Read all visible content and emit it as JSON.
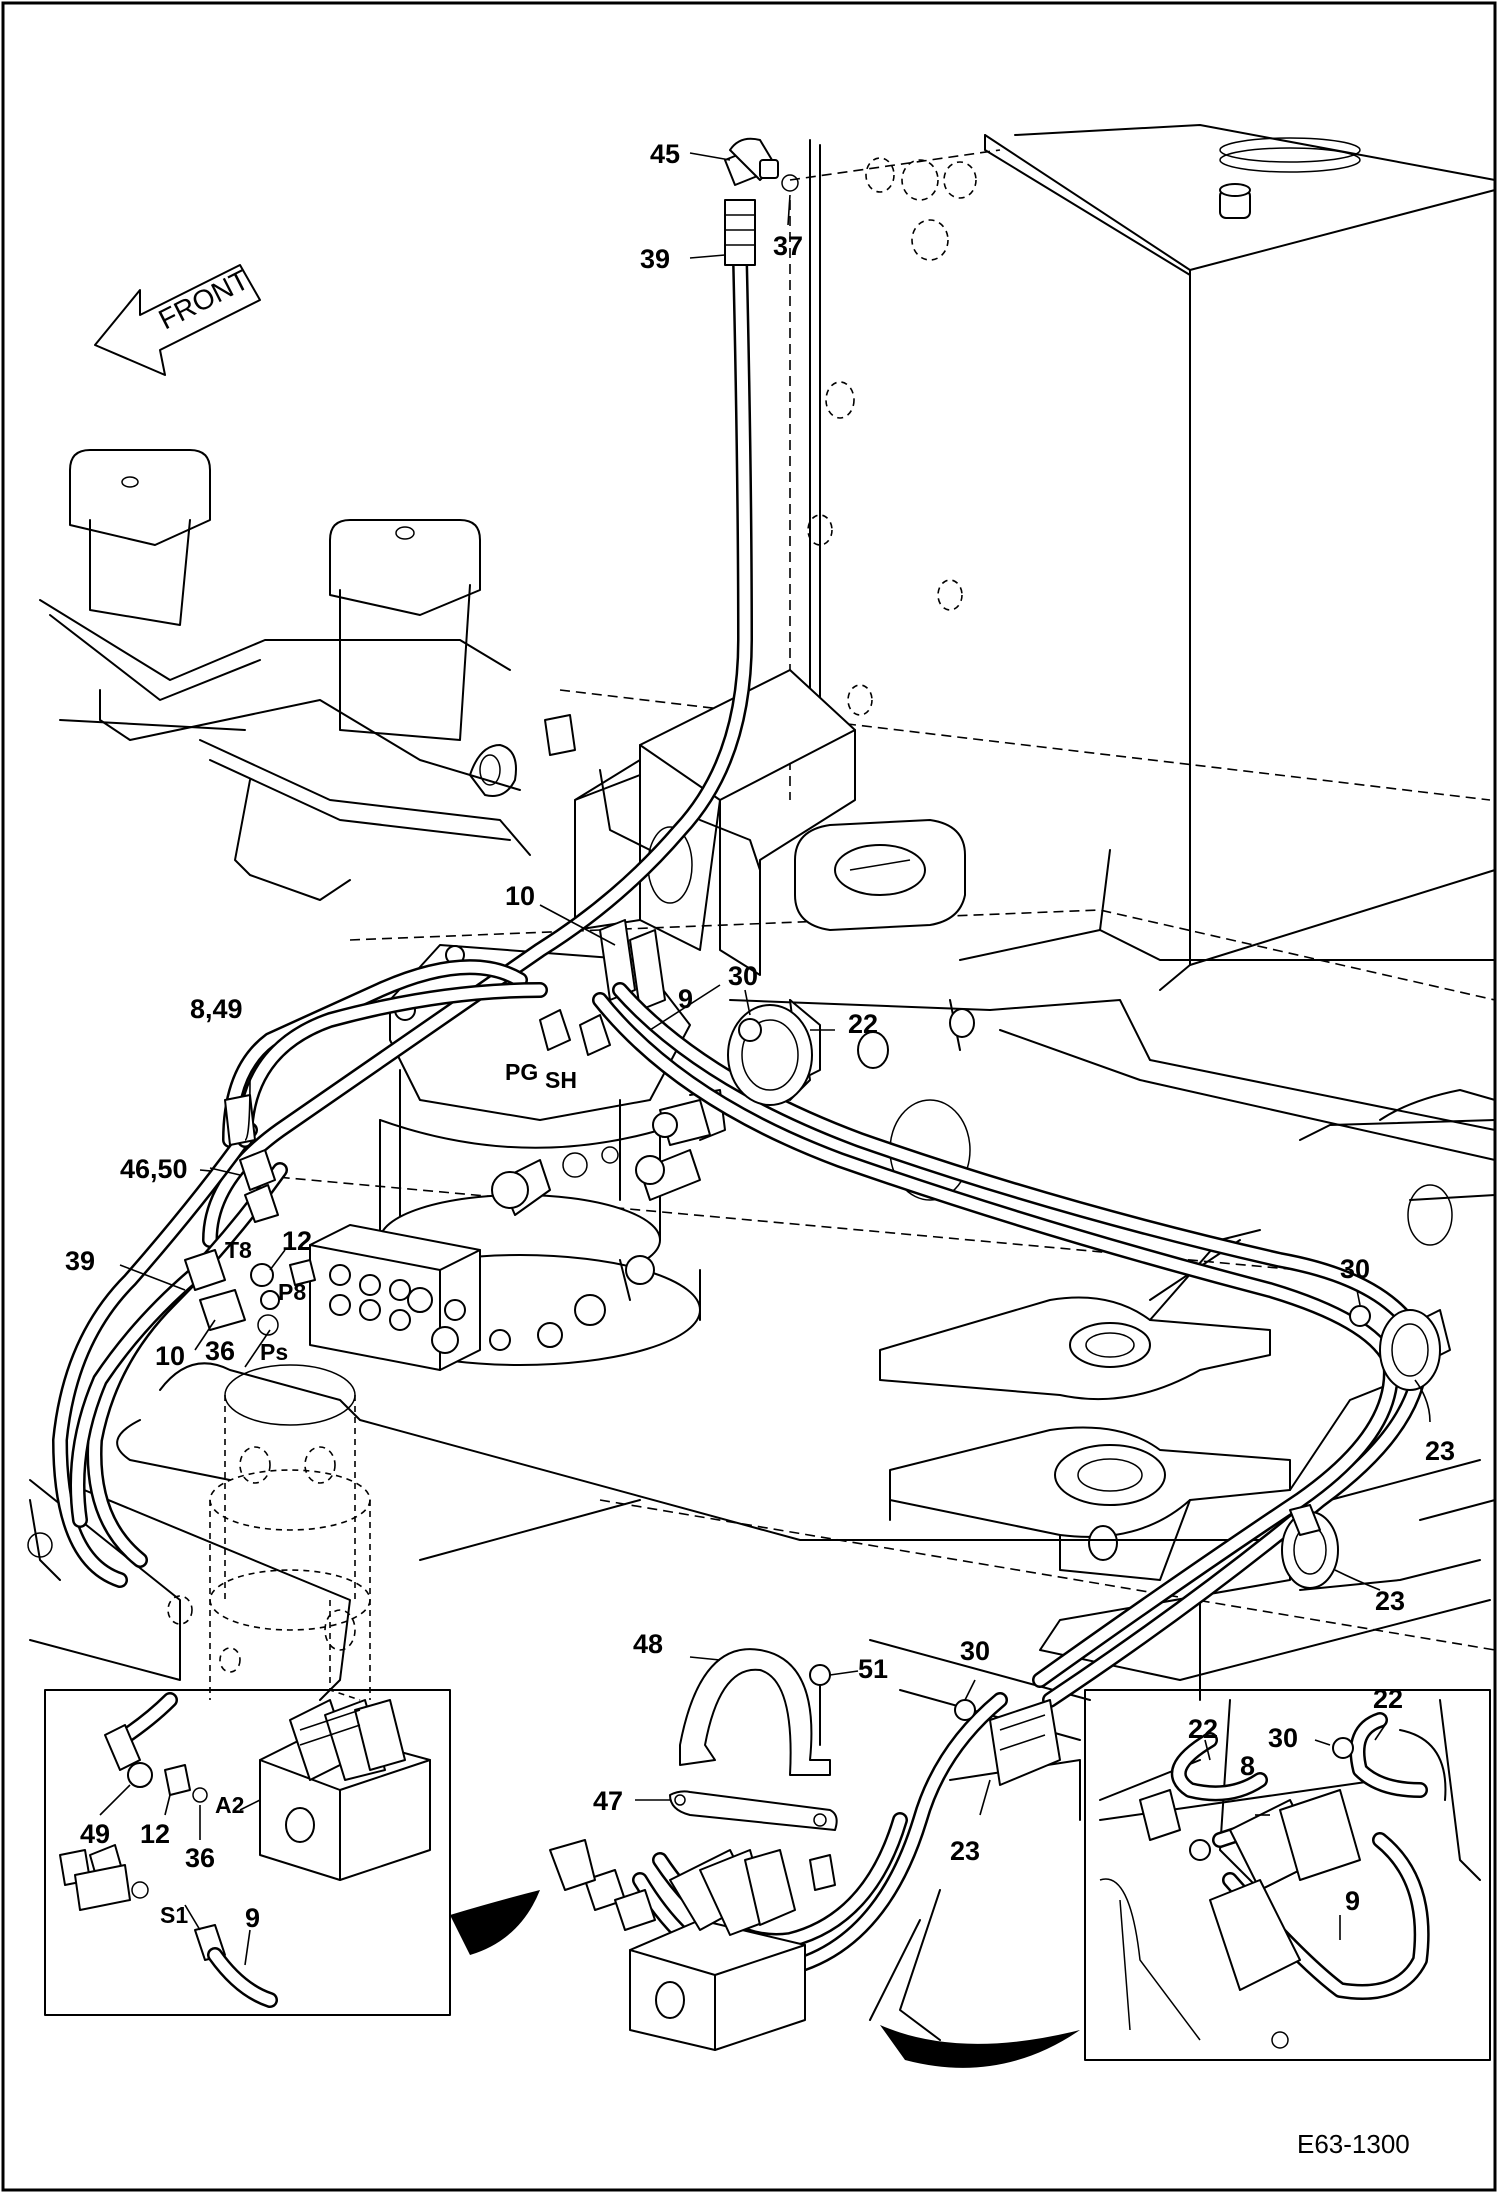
{
  "drawing_number": "E63-1300",
  "front_arrow_label": "FRONT",
  "callouts": {
    "c45": "45",
    "c37": "37",
    "c39_top": "39",
    "c10_top": "10",
    "c30_mid": "30",
    "c9_mid": "9",
    "c22_mid": "22",
    "c8_49": "8,49",
    "c46_50": "46,50",
    "c12": "12",
    "c39_left": "39",
    "c10_left": "10",
    "c36": "36",
    "c30_right": "30",
    "c23_right": "23",
    "c23_right2": "23",
    "c48": "48",
    "c51": "51",
    "c30_bottom": "30",
    "c47": "47",
    "c23_bottom": "23",
    "inset_left_49": "49",
    "inset_left_12": "12",
    "inset_left_36": "36",
    "inset_left_9": "9",
    "inset_right_22a": "22",
    "inset_right_30": "30",
    "inset_right_22b": "22",
    "inset_right_8": "8",
    "inset_right_9": "9"
  },
  "port_labels": {
    "pg": "PG",
    "sh": "SH",
    "t8": "T8",
    "p8": "P8",
    "ps": "Ps",
    "a2": "A2",
    "s1": "S1"
  }
}
